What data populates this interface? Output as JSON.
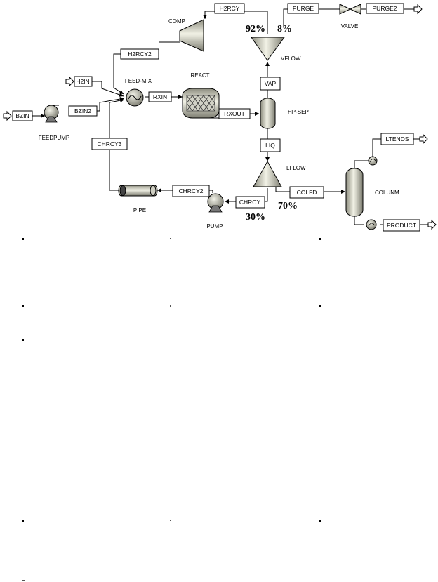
{
  "blocks": {
    "comp": "COMP",
    "feed_mix": "FEED-MIX",
    "react": "REACT",
    "hp_sep": "HP-SEP",
    "vflow": "VFLOW",
    "valve": "VALVE",
    "feedpump": "FEEDPUMP",
    "lflow": "LFLOW",
    "colunm": "COLUNM",
    "pipe": "PIPE",
    "pump": "PUMP"
  },
  "streams": {
    "h2rcy": "H2RCY",
    "purge": "PURGE",
    "purge2": "PURGE2",
    "h2rcy2": "H2RCY2",
    "h2in": "H2IN",
    "rxin": "RXIN",
    "vap": "VAP",
    "bzin": "BZIN",
    "bzin2": "BZIN2",
    "rxout": "RXOUT",
    "chrcy3": "CHRCY3",
    "liq": "LIQ",
    "ltends": "LTENDS",
    "colfd": "COLFD",
    "chrcy2": "CHRCY2",
    "chrcy": "CHRCY",
    "product": "PRODUCT"
  },
  "splits": {
    "vflow_left": "92%",
    "vflow_right": "8%",
    "lflow_right": "70%",
    "lflow_bottom": "30%"
  }
}
